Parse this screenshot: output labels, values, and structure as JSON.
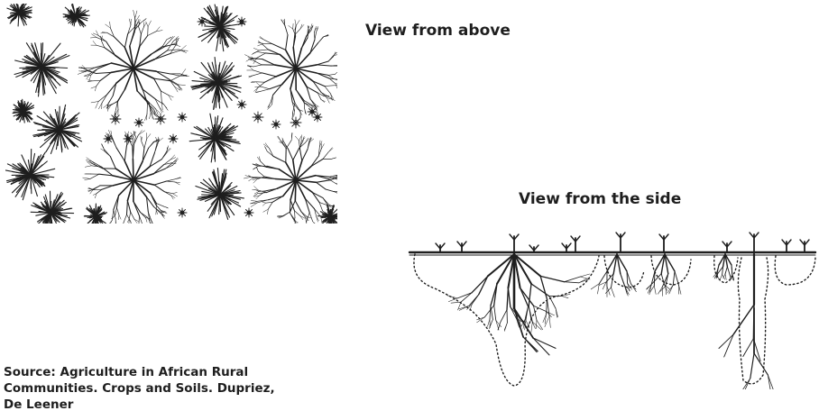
{
  "labels": {
    "view_above": "View from above",
    "view_side": "View from the side"
  },
  "source": {
    "lines": [
      "Source: Agriculture in African Rural",
      "Communities. Crops and Soils. Dupriez,",
      "De Leener"
    ]
  },
  "colors": {
    "ink": "#1e1e1e",
    "background": "#ffffff"
  }
}
